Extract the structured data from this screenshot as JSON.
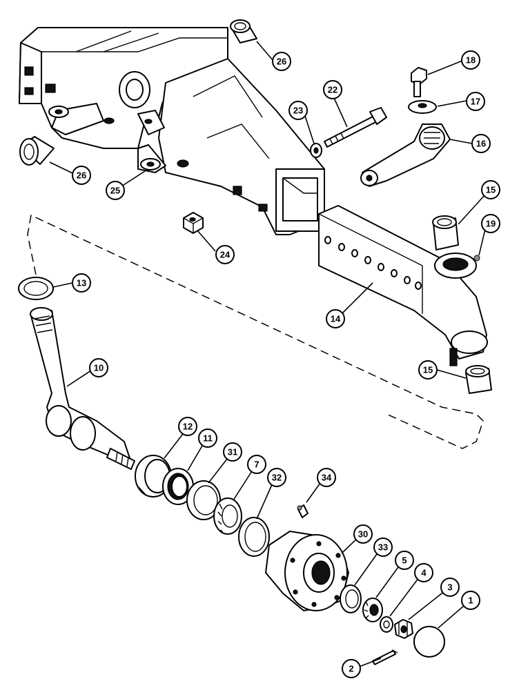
{
  "diagram": {
    "callouts": [
      {
        "id": "c26a",
        "label": "26"
      },
      {
        "id": "c18",
        "label": "18"
      },
      {
        "id": "c22",
        "label": "22"
      },
      {
        "id": "c23",
        "label": "23"
      },
      {
        "id": "c17",
        "label": "17"
      },
      {
        "id": "c16",
        "label": "16"
      },
      {
        "id": "c26b",
        "label": "26"
      },
      {
        "id": "c25",
        "label": "25"
      },
      {
        "id": "c15a",
        "label": "15"
      },
      {
        "id": "c19",
        "label": "19"
      },
      {
        "id": "c24",
        "label": "24"
      },
      {
        "id": "c13",
        "label": "13"
      },
      {
        "id": "c14",
        "label": "14"
      },
      {
        "id": "c10",
        "label": "10"
      },
      {
        "id": "c15b",
        "label": "15"
      },
      {
        "id": "c12",
        "label": "12"
      },
      {
        "id": "c11",
        "label": "11"
      },
      {
        "id": "c31",
        "label": "31"
      },
      {
        "id": "c7",
        "label": "7"
      },
      {
        "id": "c32",
        "label": "32"
      },
      {
        "id": "c34",
        "label": "34"
      },
      {
        "id": "c30",
        "label": "30"
      },
      {
        "id": "c33",
        "label": "33"
      },
      {
        "id": "c5",
        "label": "5"
      },
      {
        "id": "c4",
        "label": "4"
      },
      {
        "id": "c3",
        "label": "3"
      },
      {
        "id": "c1",
        "label": "1"
      },
      {
        "id": "c2",
        "label": "2"
      }
    ]
  }
}
